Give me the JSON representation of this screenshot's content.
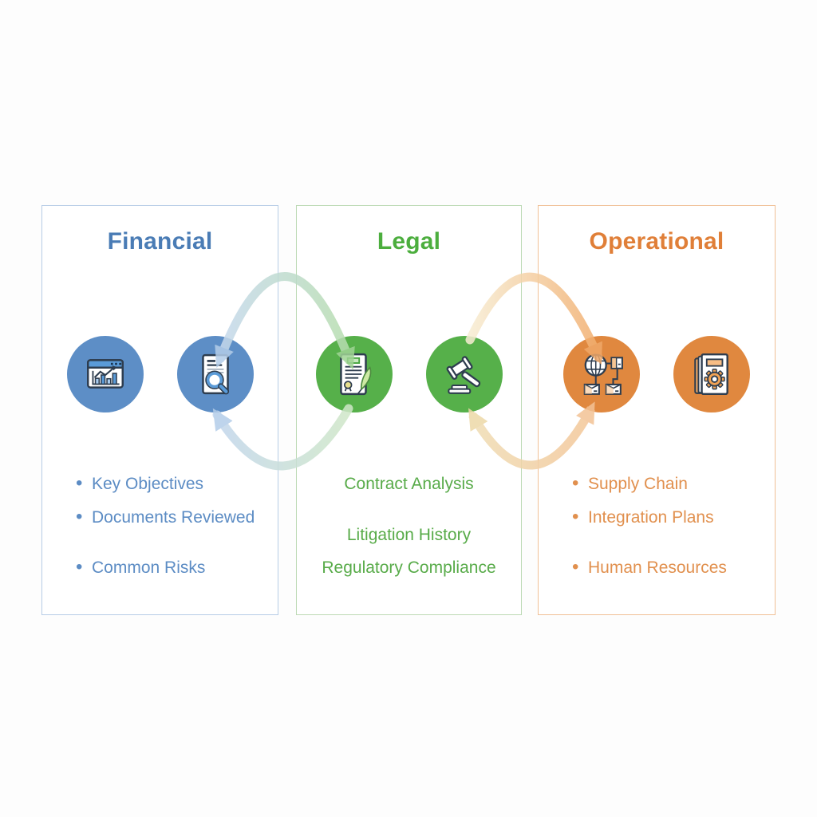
{
  "page": {
    "background": "#fdfdfd",
    "panel_background": "#ffffff"
  },
  "bullet_glyph": "•",
  "panels": [
    {
      "id": "financial",
      "title": "Financial",
      "title_color": "#4a7cb5",
      "border_color": "#b7cde6",
      "circle_color": "#5d8ec6",
      "text_color": "#5c8cc4",
      "icons": [
        {
          "name": "analytics-window-icon"
        },
        {
          "name": "document-search-icon"
        }
      ],
      "items": [
        {
          "label": "Key Objectives",
          "bulleted": true
        },
        {
          "label": "Documents Reviewed",
          "bulleted": true
        },
        {
          "label": "Common Risks",
          "bulleted": true
        }
      ]
    },
    {
      "id": "legal",
      "title": "Legal",
      "title_color": "#4cae3e",
      "border_color": "#bcd9b4",
      "circle_color": "#56b04a",
      "text_color": "#58ab49",
      "icons": [
        {
          "name": "contract-quill-icon"
        },
        {
          "name": "gavel-icon"
        }
      ],
      "items": [
        {
          "label": "Contract Analysis",
          "bulleted": false
        },
        {
          "label": "Litigation History",
          "bulleted": false
        },
        {
          "label": "Regulatory Compliance",
          "bulleted": false
        }
      ]
    },
    {
      "id": "operational",
      "title": "Operational",
      "title_color": "#e07f38",
      "border_color": "#f0c096",
      "circle_color": "#e0883f",
      "text_color": "#e1904e",
      "icons": [
        {
          "name": "supply-chain-globe-icon"
        },
        {
          "name": "documents-gear-icon"
        }
      ],
      "items": [
        {
          "label": "Supply Chain",
          "bulleted": true
        },
        {
          "label": "Integration Plans",
          "bulleted": true
        },
        {
          "label": "Human Resources",
          "bulleted": true
        }
      ]
    }
  ],
  "arrows": [
    {
      "between": "financial-legal",
      "position": "top",
      "double_headed": true,
      "colors": [
        "#b3cde9",
        "#9fd494"
      ]
    },
    {
      "between": "legal-financial",
      "position": "bottom",
      "double_headed": false,
      "colors": [
        "#c2d6ec",
        "#cfe7c8"
      ]
    },
    {
      "between": "legal-operational",
      "position": "top",
      "double_headed": false,
      "colors": [
        "#f7edd3",
        "#f0a869"
      ]
    },
    {
      "between": "legal-operational",
      "position": "bottom",
      "double_headed": true,
      "colors": [
        "#edd9a8",
        "#f3c295"
      ]
    }
  ]
}
